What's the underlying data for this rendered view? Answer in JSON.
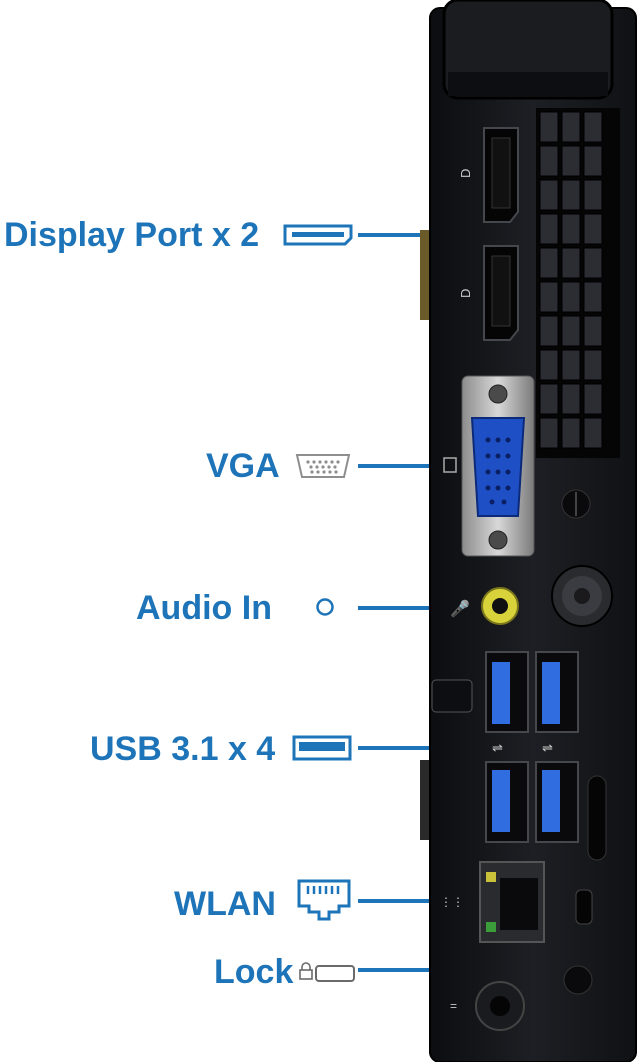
{
  "labels": {
    "display_port": "Display Port x 2",
    "vga": "VGA",
    "audio_in": "Audio In",
    "usb": "USB 3.1 x 4",
    "wlan": "WLAN",
    "lock": "Lock"
  },
  "colors": {
    "accent": "#1e74b8",
    "chassis": "#15161a",
    "vga_port": "#1f4fc4",
    "usb_port": "#2f6de0",
    "audio_jack": "#d8d33a"
  }
}
